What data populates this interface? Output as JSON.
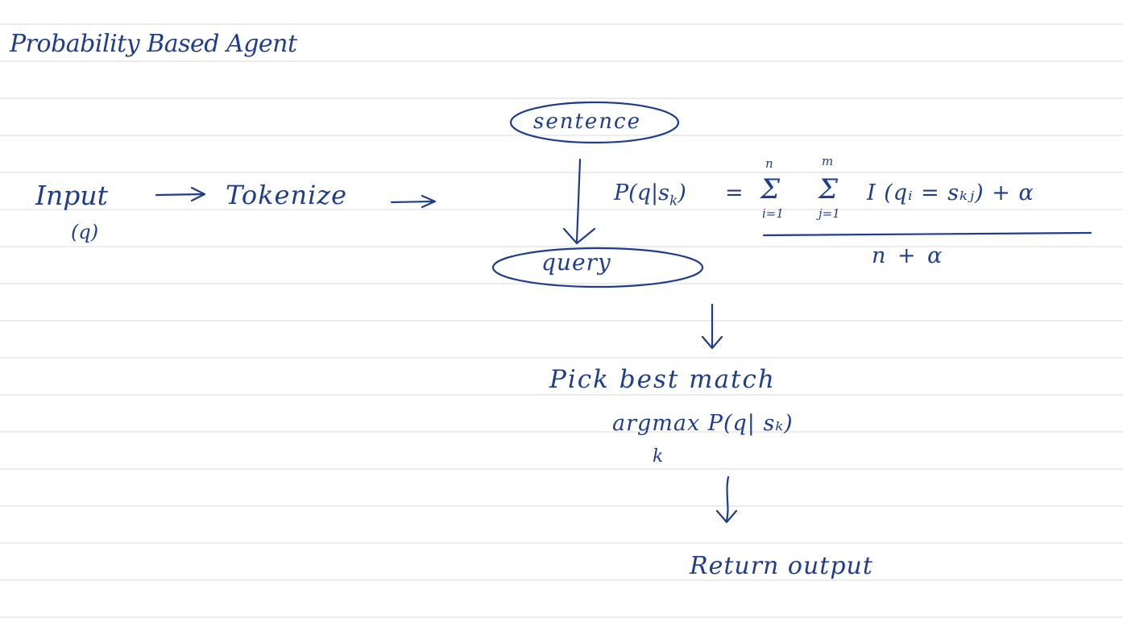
{
  "page": {
    "background": "#ffffff",
    "rule_color": "#d9d9d9",
    "ink_color": "#1f3d8f"
  },
  "note": {
    "title": "Probability Based Agent",
    "pipeline": {
      "input": "Input",
      "input_sub": "(q)",
      "tokenize": "Tokenize"
    },
    "nodes": {
      "sentence": "sentence",
      "query": "query"
    },
    "formula": {
      "lhs": "P(q|s",
      "lhs_sub": "k",
      "lhs_close": ")",
      "equals": "=",
      "sum1_upper": "n",
      "sum1_lower": "i=1",
      "sum2_upper": "m",
      "sum2_lower": "j=1",
      "sigma": "Σ",
      "numerator_rest": "I (qᵢ = sₖⱼ) + α",
      "denominator": "n + α"
    },
    "steps": {
      "pick": "Pick best match",
      "argmax": "argmax P(q| sₖ)",
      "argmax_sub": "k",
      "return": "Return output"
    }
  }
}
